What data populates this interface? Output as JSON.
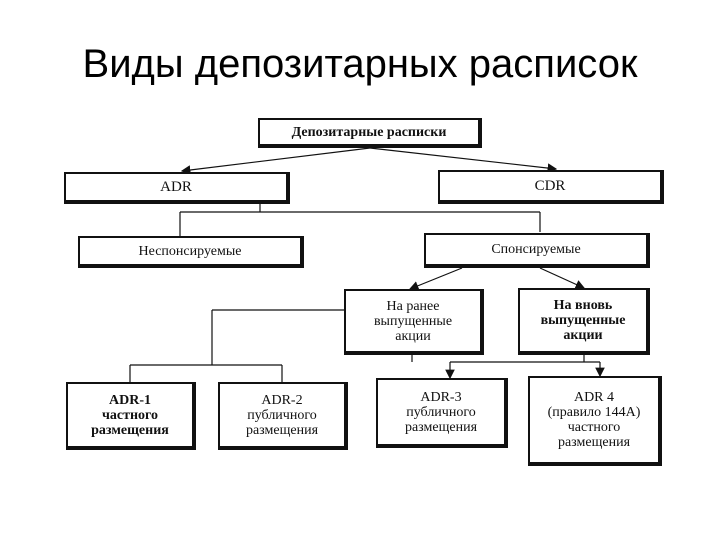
{
  "title": "Виды депозитарных расписок",
  "nodes": {
    "root": "Депозитарные расписки",
    "adr": "ADR",
    "cdr": "CDR",
    "unsponsored": "Неспонсируемые",
    "sponsored": "Спонсируемые",
    "previously_issued": "На ранее\nвыпущенные\nакции",
    "newly_issued": "На вновь\nвыпущенные\nакции",
    "adr1": "ADR-1\nчастного\nразмещения",
    "adr2": "ADR-2\nпубличного\nразмещения",
    "adr3": "ADR-3\nпубличного\nразмещения",
    "adr4": "ADR 4\n(правило 144А)\nчастного\nразмещения"
  }
}
